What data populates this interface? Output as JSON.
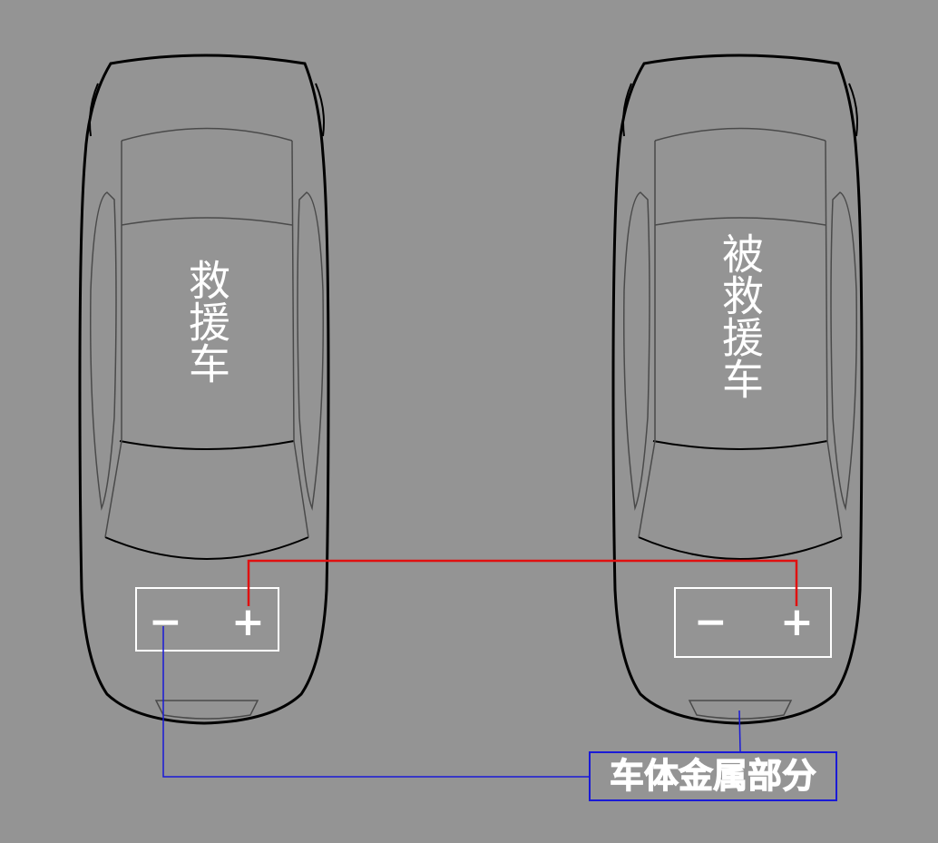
{
  "cars": {
    "rescue": {
      "label": "救援车"
    },
    "rescued": {
      "label": "被救援车"
    }
  },
  "terminals": {
    "negative": "−",
    "positive": "+"
  },
  "ground_label": "车体金属部分",
  "colors": {
    "background": "#949494",
    "car_outline": "#000000",
    "car_detail": "#4a4a4a",
    "battery_box": "#ffffff",
    "positive_cable": "#e01010",
    "negative_cable": "#1a1ad6"
  }
}
